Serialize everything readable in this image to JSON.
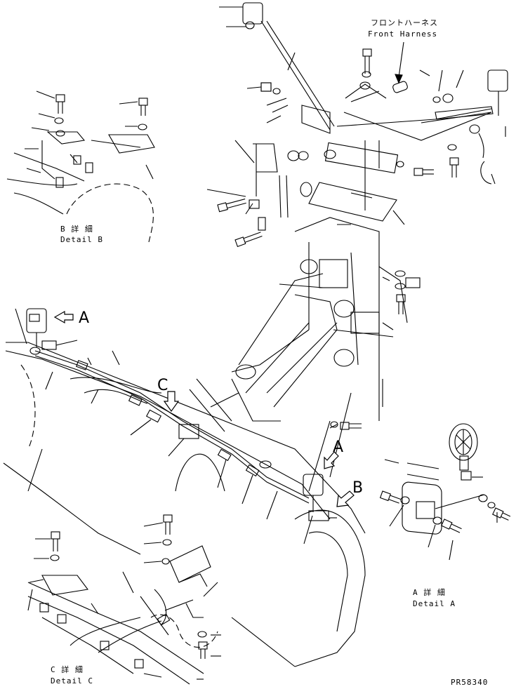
{
  "front_harness": {
    "jp": "フロントハーネス",
    "en": "Front Harness"
  },
  "detail_a": {
    "jp": "A 詳 細",
    "en": "Detail A"
  },
  "detail_b": {
    "jp": "B 詳 細",
    "en": "Detail B"
  },
  "detail_c": {
    "jp": "C 詳 細",
    "en": "Detail C"
  },
  "callouts": {
    "a1": "A",
    "a2": "A",
    "b": "B",
    "c": "C"
  },
  "part_number": "PR58340",
  "colors": {
    "ink": "#000000",
    "paper": "#ffffff"
  }
}
